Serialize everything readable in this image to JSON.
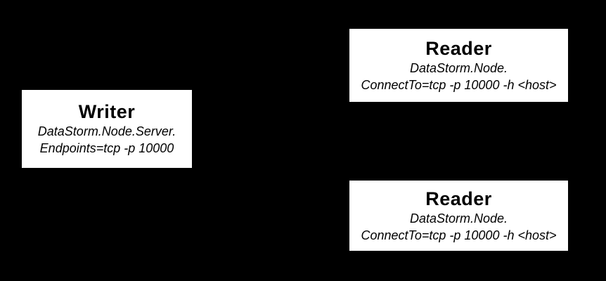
{
  "colors": {
    "background": "#000000",
    "node_fill": "#ffffff",
    "node_text": "#000000"
  },
  "diagram": {
    "nodes": [
      {
        "id": "writer",
        "title": "Writer",
        "lines": [
          "DataStorm.Node.Server.",
          "Endpoints=tcp -p 10000"
        ]
      },
      {
        "id": "reader-top",
        "title": "Reader",
        "lines": [
          "DataStorm.Node.",
          "ConnectTo=tcp -p 10000 -h <host>"
        ]
      },
      {
        "id": "reader-bottom",
        "title": "Reader",
        "lines": [
          "DataStorm.Node.",
          "ConnectTo=tcp -p 10000 -h <host>"
        ]
      }
    ]
  }
}
